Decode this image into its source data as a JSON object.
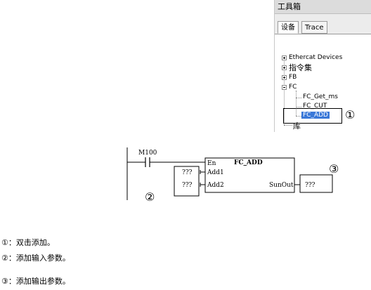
{
  "toolbox": {
    "title": "工具箱",
    "tabs": [
      "设备",
      "Trace"
    ],
    "tree": {
      "ethercat": "Ethercat Devices",
      "instructions": "指令集",
      "fb": "FB",
      "fc": "FC",
      "fc_children": [
        "FC_Get_ms",
        "FC_CUT",
        "FC_ADD"
      ],
      "library": "库"
    }
  },
  "markers": {
    "one": "①",
    "two": "②",
    "three": "③"
  },
  "ladder": {
    "contact_label": "M100",
    "block_title": "FC_ADD",
    "pin_en": "En",
    "pin_add1": "Add1",
    "pin_add2": "Add2",
    "pin_out": "SunOut",
    "placeholder": "???"
  },
  "notes": [
    "①：双击添加。",
    "②：添加输入参数。",
    "③：添加输出参数。"
  ]
}
